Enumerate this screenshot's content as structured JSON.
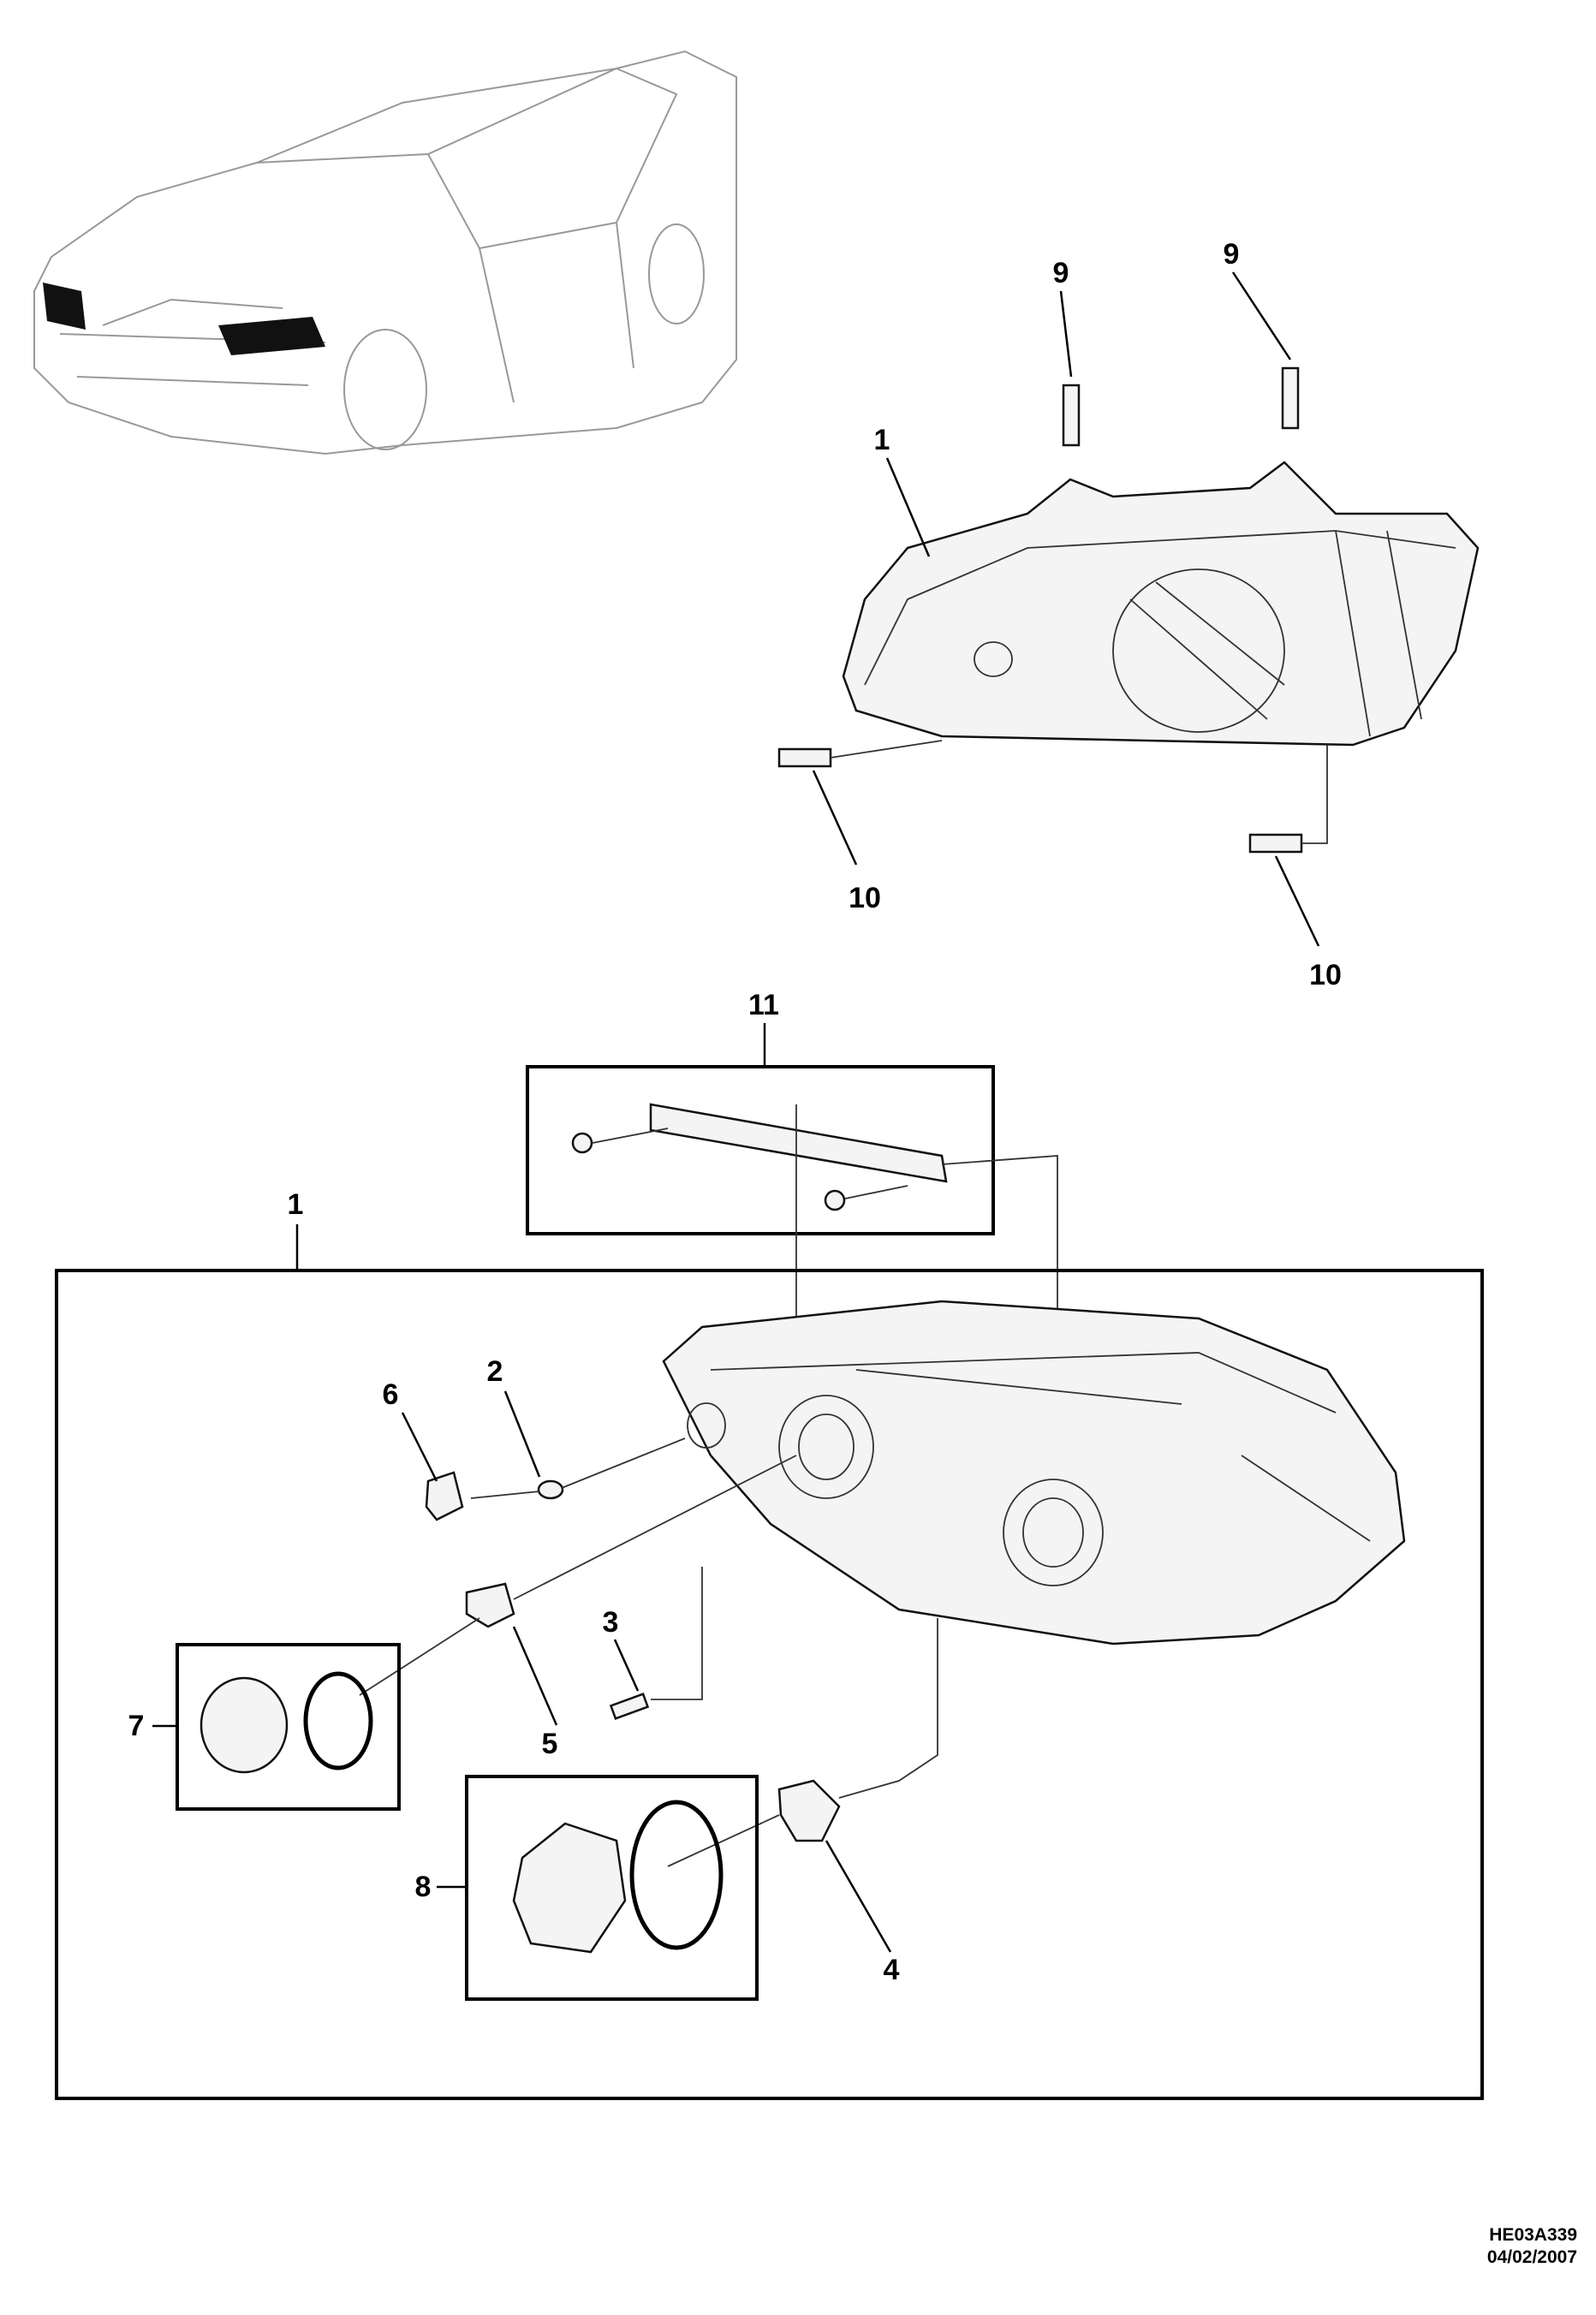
{
  "diagram": {
    "callouts": {
      "bolt_upper_left": "9",
      "bolt_upper_right": "9",
      "headlamp_top": "1",
      "bolt_lower_left": "10",
      "bolt_lower_right": "10",
      "bracket_kit": "11",
      "headlamp_assembly": "1",
      "bulb_parking": "2",
      "bulb_turn": "3",
      "bulb_high": "4",
      "bulb_low": "5",
      "socket": "6",
      "cap_low": "7",
      "cap_high": "8"
    },
    "reference_code": "HE03A339",
    "reference_date": "04/02/2007"
  }
}
